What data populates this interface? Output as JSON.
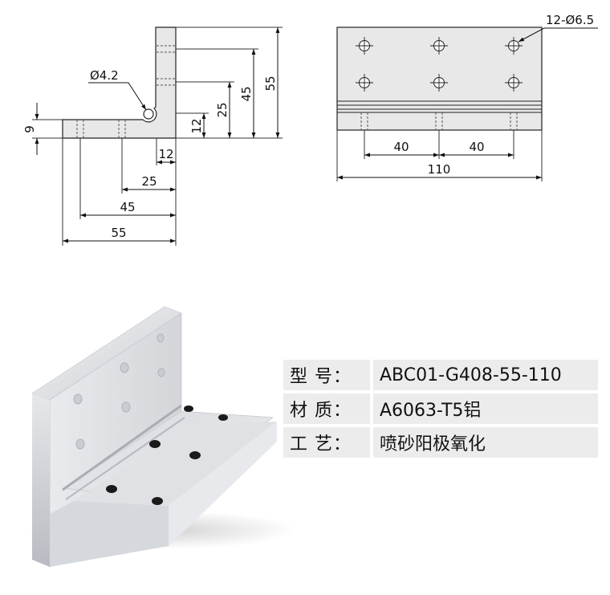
{
  "drawing": {
    "hole_callout_small": "Ø4.2",
    "hole_callout_large": "12-Ø6.5",
    "side_view_dims": {
      "thickness": "9",
      "height_55": "55",
      "height_45": "45",
      "height_25": "25",
      "height_12": "12",
      "width_12": "12",
      "width_25": "25",
      "width_45": "45",
      "width_55": "55"
    },
    "front_view_dims": {
      "pitch_1": "40",
      "pitch_2": "40",
      "length": "110"
    }
  },
  "specs": [
    {
      "label": "型 号：",
      "value": "ABC01-G408-55-110"
    },
    {
      "label": "材 质：",
      "value": "A6063-T5铝"
    },
    {
      "label": "工 艺：",
      "value": "喷砂阳极氧化"
    }
  ]
}
